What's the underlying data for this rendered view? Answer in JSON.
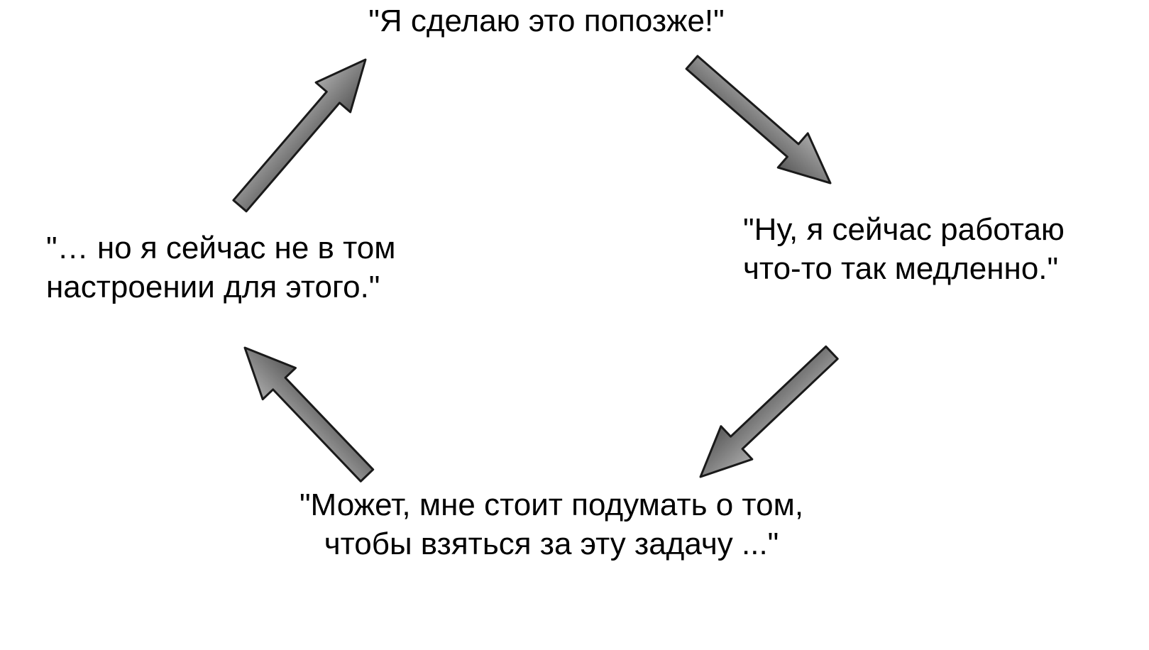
{
  "nodes": {
    "top": {
      "lines": [
        "\"Я сделаю это попозже!\""
      ]
    },
    "right": {
      "lines": [
        "\"Ну, я сейчас работаю",
        "что-то так медленно.\""
      ]
    },
    "bottom": {
      "lines": [
        "\"Может, мне стоит подумать о том,",
        "чтобы взяться за эту задачу ...\""
      ]
    },
    "left": {
      "lines": [
        "\"… но я сейчас не в том",
        "настроении для этого.\""
      ]
    }
  },
  "colors": {
    "arrow_light": "#a8a8a8",
    "arrow_dark": "#5a5a5a",
    "arrow_outline": "#1a1a1a"
  }
}
